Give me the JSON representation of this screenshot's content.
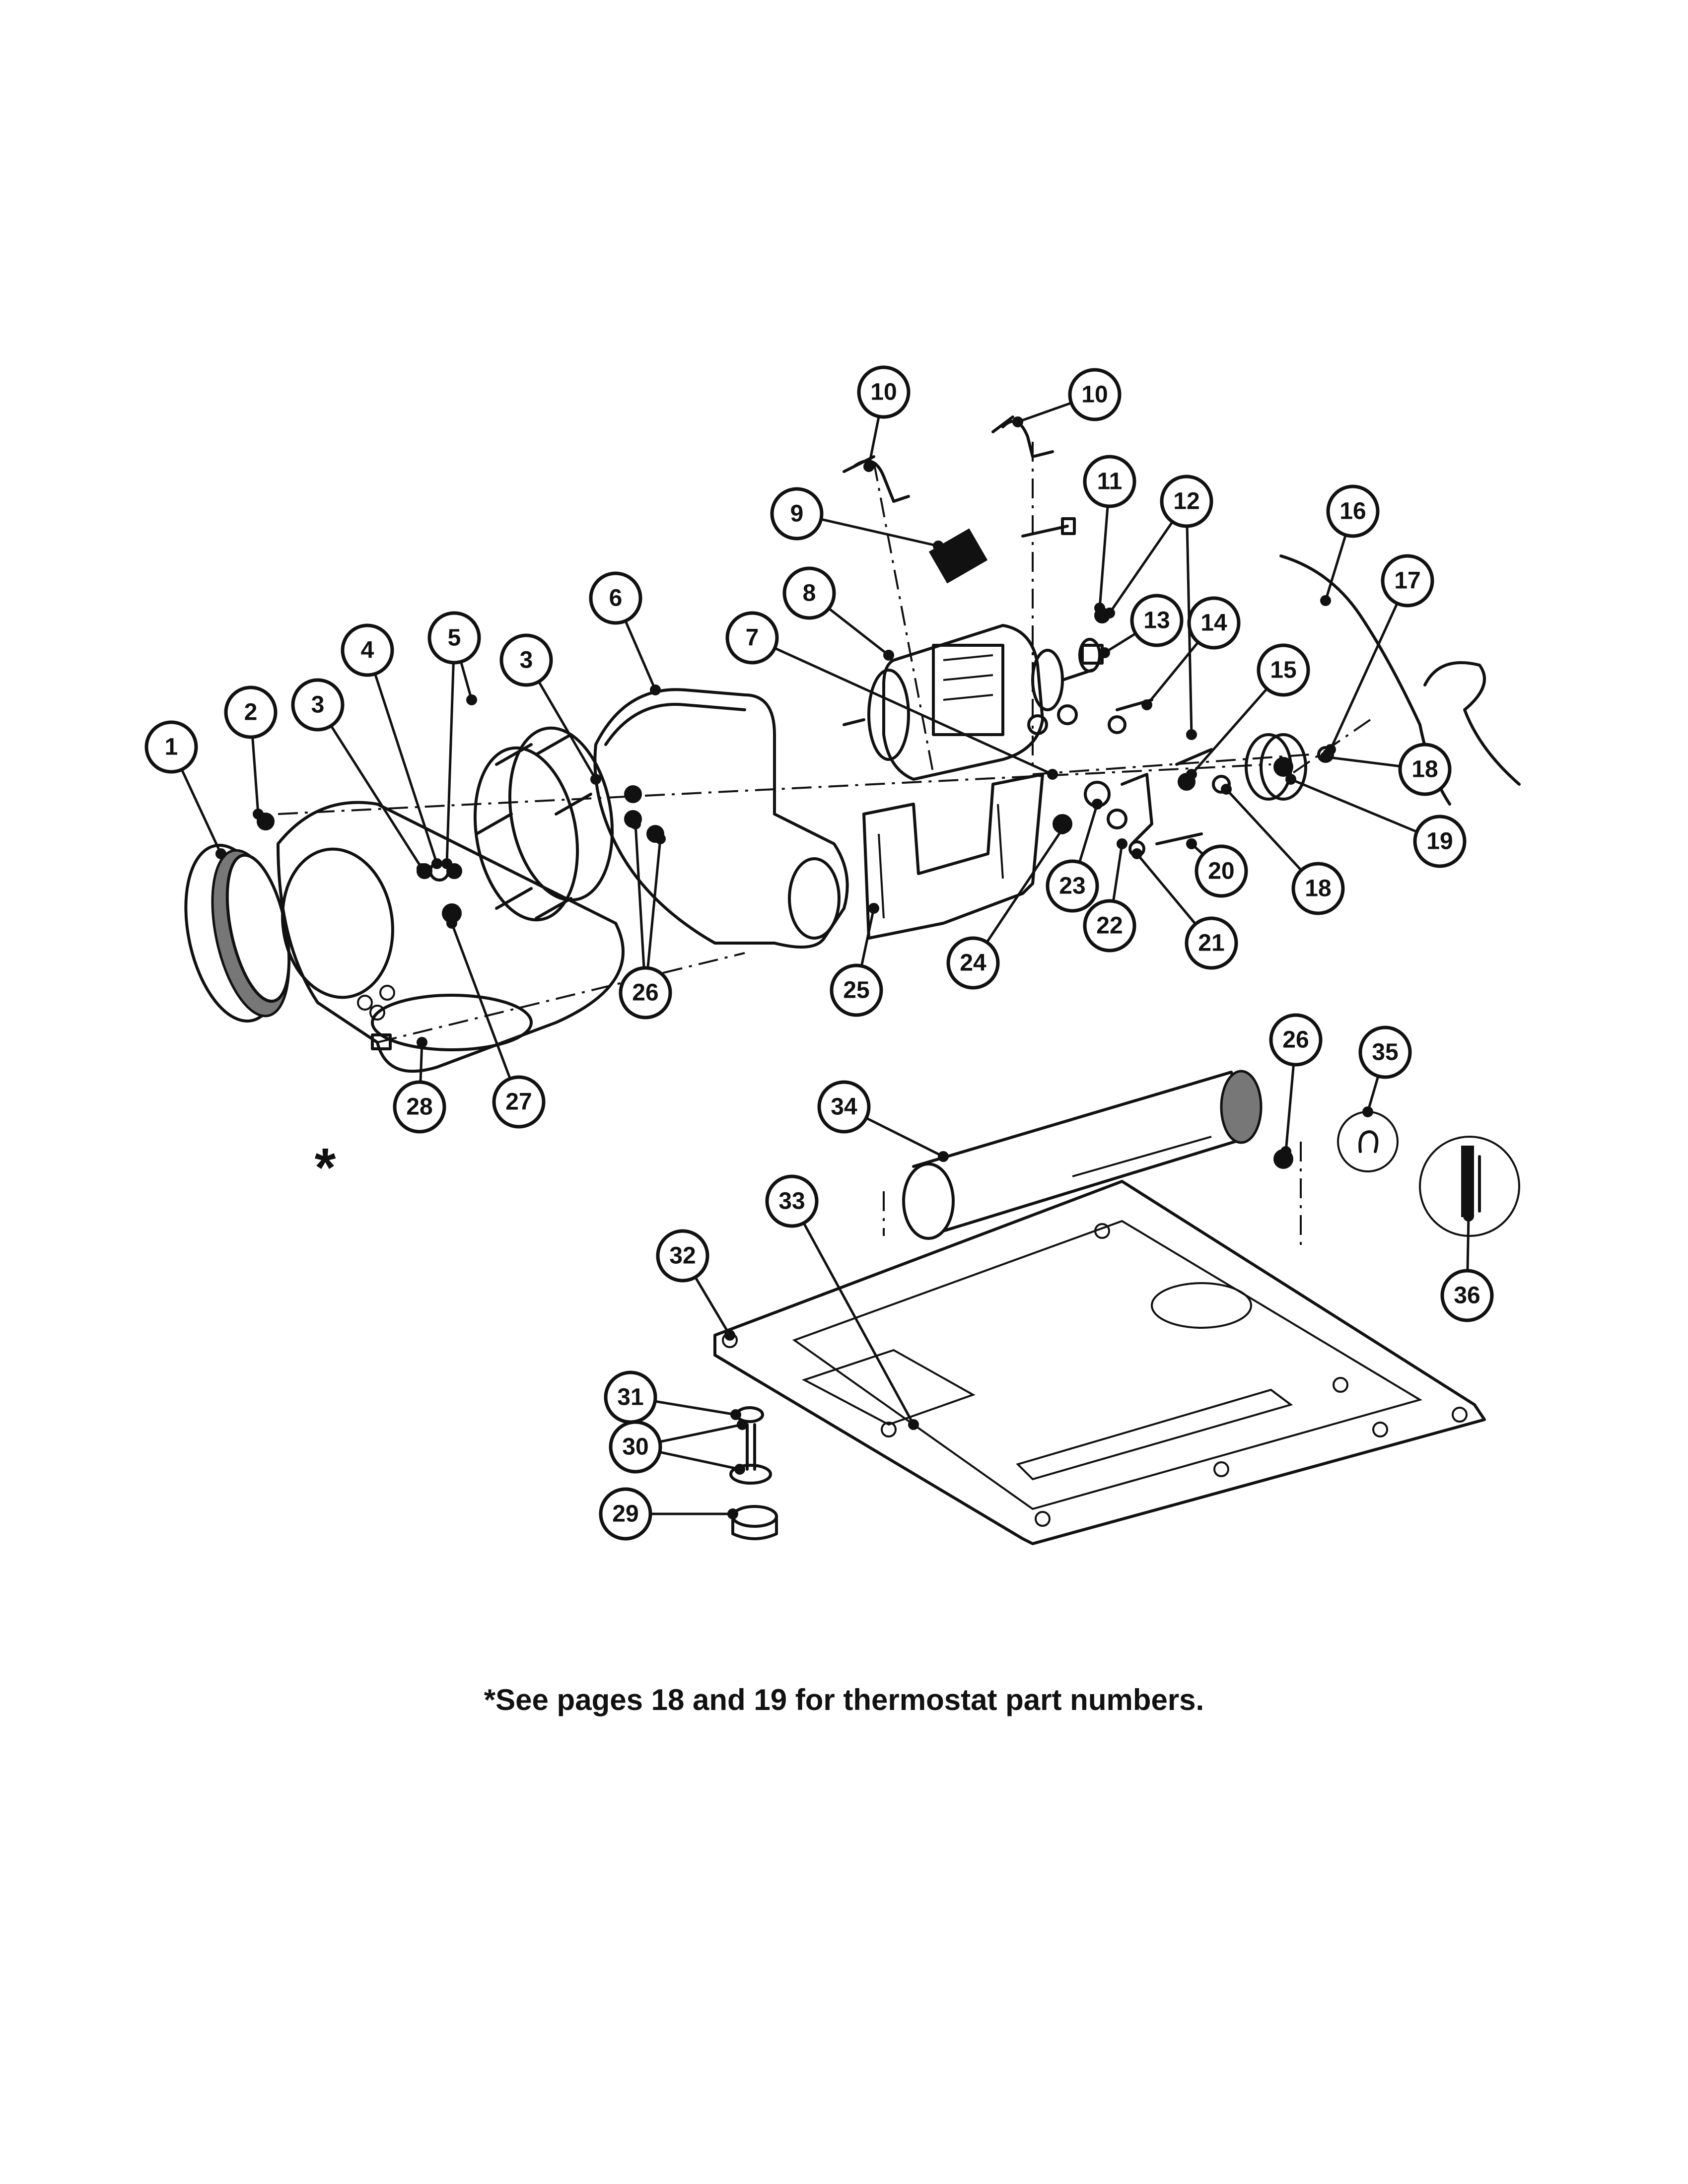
{
  "callouts": [
    {
      "label": "1"
    },
    {
      "label": "2"
    },
    {
      "label": "3"
    },
    {
      "label": "4"
    },
    {
      "label": "5"
    },
    {
      "label": "3"
    },
    {
      "label": "6"
    },
    {
      "label": "7"
    },
    {
      "label": "8"
    },
    {
      "label": "9"
    },
    {
      "label": "10"
    },
    {
      "label": "10"
    },
    {
      "label": "11"
    },
    {
      "label": "12"
    },
    {
      "label": "13"
    },
    {
      "label": "14"
    },
    {
      "label": "15"
    },
    {
      "label": "16"
    },
    {
      "label": "17"
    },
    {
      "label": "18"
    },
    {
      "label": "19"
    },
    {
      "label": "18"
    },
    {
      "label": "20"
    },
    {
      "label": "21"
    },
    {
      "label": "22"
    },
    {
      "label": "23"
    },
    {
      "label": "24"
    },
    {
      "label": "25"
    },
    {
      "label": "26"
    },
    {
      "label": "27"
    },
    {
      "label": "28"
    },
    {
      "label": "26"
    },
    {
      "label": "35"
    },
    {
      "label": "34"
    },
    {
      "label": "33"
    },
    {
      "label": "32"
    },
    {
      "label": "36"
    },
    {
      "label": "31"
    },
    {
      "label": "30"
    },
    {
      "label": "29"
    }
  ],
  "asterisk_marker": "*",
  "footnote": "*See pages 18 and 19 for thermostat part numbers."
}
